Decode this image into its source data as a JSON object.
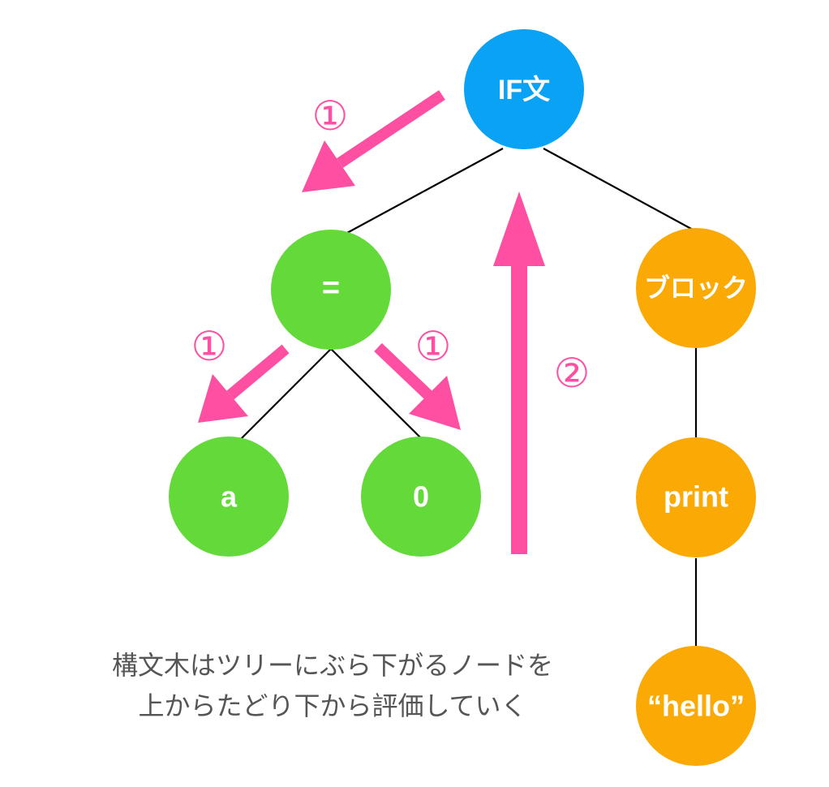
{
  "colors": {
    "root": "#0aa2f5",
    "condition": "#64d93a",
    "block": "#fbaa05",
    "arrow": "#ff4fa3",
    "edge": "#000000"
  },
  "nodes": {
    "root": "IF文",
    "eq": "=",
    "a": "a",
    "zero": "0",
    "block": "ブロック",
    "print": "print",
    "hello": "“hello”"
  },
  "steps": {
    "one": "①",
    "two": "②"
  },
  "caption": {
    "line1": "構文木はツリーにぶら下がるノードを",
    "line2": "上からたどり下から評価していく"
  }
}
